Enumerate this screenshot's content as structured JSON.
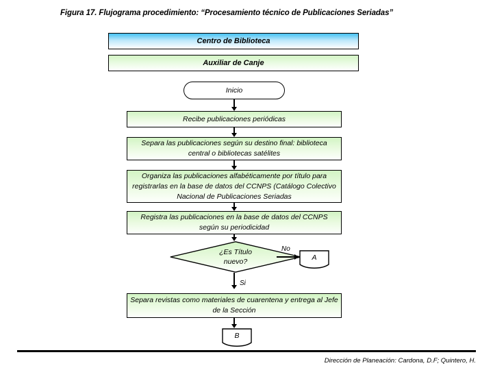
{
  "figure": {
    "title": "Figura 17. Flujograma procedimiento: “Procesamiento técnico de Publicaciones Seriadas”"
  },
  "banners": {
    "organization": "Centro de Biblioteca",
    "role": "Auxiliar de Canje"
  },
  "flow": {
    "start": "Inicio",
    "steps": [
      "Recibe publicaciones periódicas",
      "Separa las publicaciones según su destino final: biblioteca central o bibliotecas satélites",
      "Organiza las publicaciones alfabéticamente por título para registrarlas en la base de datos del  CCNPS (Catálogo Colectivo Nacional de Publicaciones Seriadas",
      "Registra las publicaciones en la base de datos del CCNPS según su periodicidad",
      "Separa revistas como materiales de cuarentena y entrega al Jefe de la Sección"
    ],
    "decision": {
      "line1": "¿Es Título",
      "line2": "nuevo?",
      "branch_no": "No",
      "branch_yes": "Si"
    },
    "connectors": {
      "a": "A",
      "b": "B"
    }
  },
  "footer": {
    "credit": "Dirección de Planeación: Cardona, D.F; Quintero, H."
  },
  "colors": {
    "banner_blue_top": "#45c1f2",
    "banner_green_top": "#d2f4c4",
    "process_green_top": "#d2f4c4",
    "border": "#000000",
    "text": "#000000"
  }
}
